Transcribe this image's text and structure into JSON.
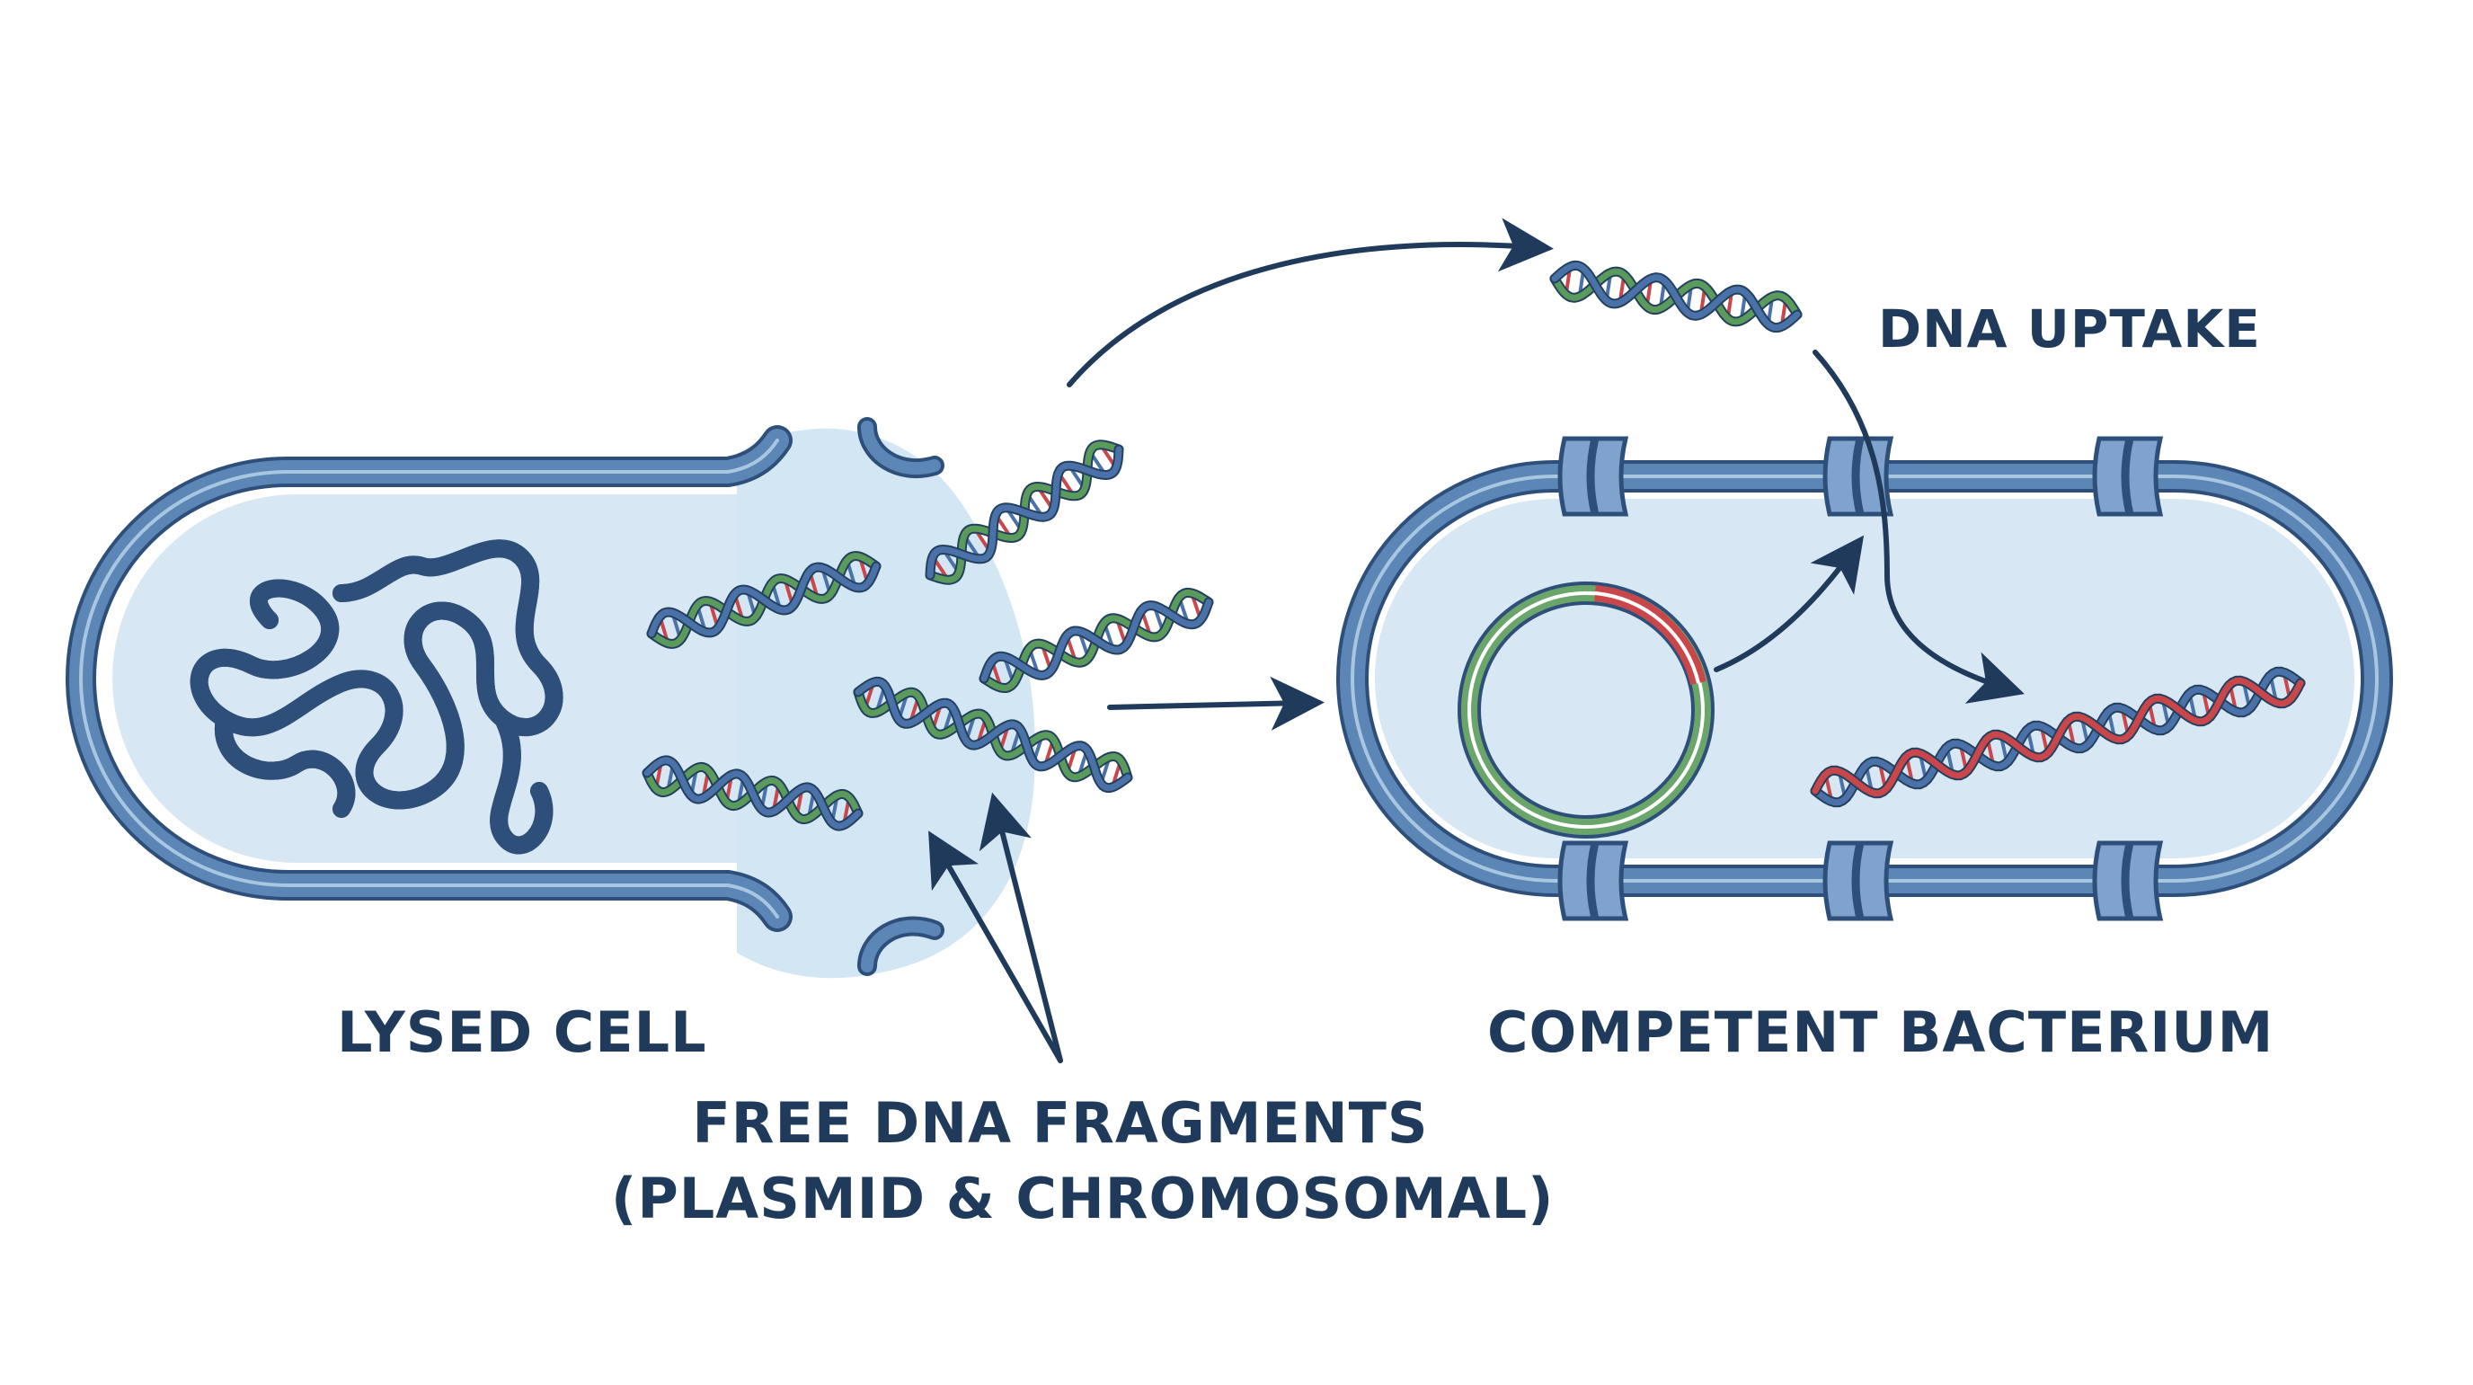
{
  "labels": {
    "lysed_cell": "LYSED CELL",
    "competent_bacterium": "COMPETENT BACTERIUM",
    "dna_uptake": "DNA UPTAKE",
    "free_dna_line1": "FREE DNA FRAGMENTS",
    "free_dna_line2": "(PLASMID & CHROMOSOMAL)"
  },
  "colors": {
    "membrane_outer": "#5b86b6",
    "membrane_stroke": "#2e4f7a",
    "cytoplasm": "#d7e7f3",
    "spill": "#d2e6f4",
    "dna_green": "#5a9a5a",
    "dna_blue": "#4b72a8",
    "dna_red": "#c9474a",
    "arrow": "#1f3a5a",
    "label": "#1f3a5a"
  },
  "icons": [
    "chromosome-tangle-icon",
    "dna-helix-icon",
    "plasmid-ring-icon",
    "membrane-channel-icon",
    "arrow-icon"
  ]
}
